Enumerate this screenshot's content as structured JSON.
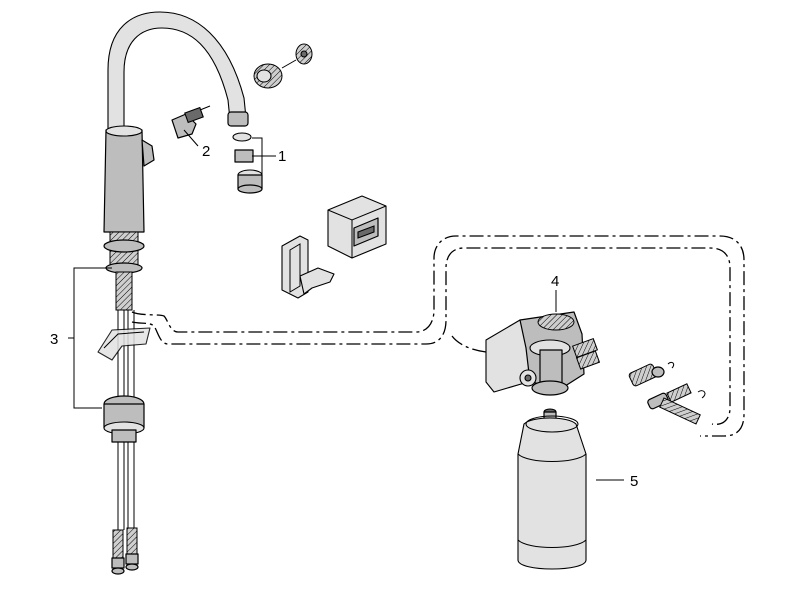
{
  "callouts": [
    {
      "id": "1",
      "text": "1"
    },
    {
      "id": "2",
      "text": "2"
    },
    {
      "id": "3",
      "text": "3"
    },
    {
      "id": "4",
      "text": "4"
    },
    {
      "id": "5",
      "text": "5"
    }
  ],
  "colors": {
    "line": "#000000",
    "part_fill": "#bdbdbd",
    "part_light": "#e2e2e2",
    "background": "#ffffff"
  }
}
